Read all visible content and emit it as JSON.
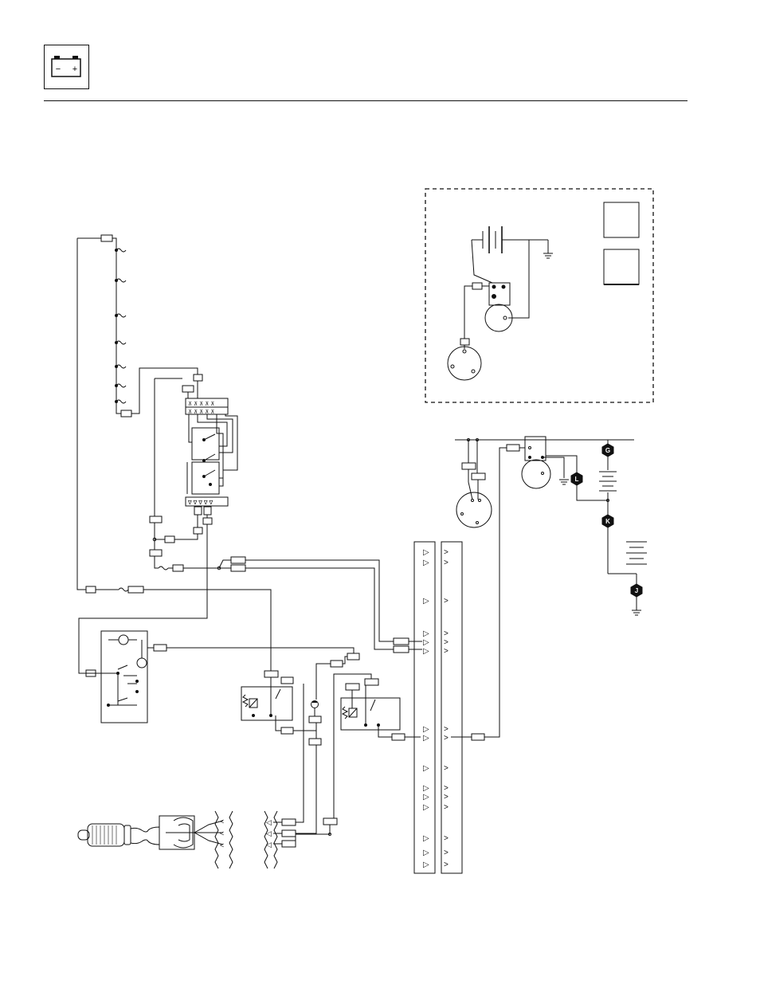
{
  "header": {
    "section_icon": "battery-icon",
    "battery_minus": "−",
    "battery_plus": "+"
  },
  "connectors": {
    "G": "G",
    "L": "L",
    "K": "K",
    "J": "J"
  }
}
